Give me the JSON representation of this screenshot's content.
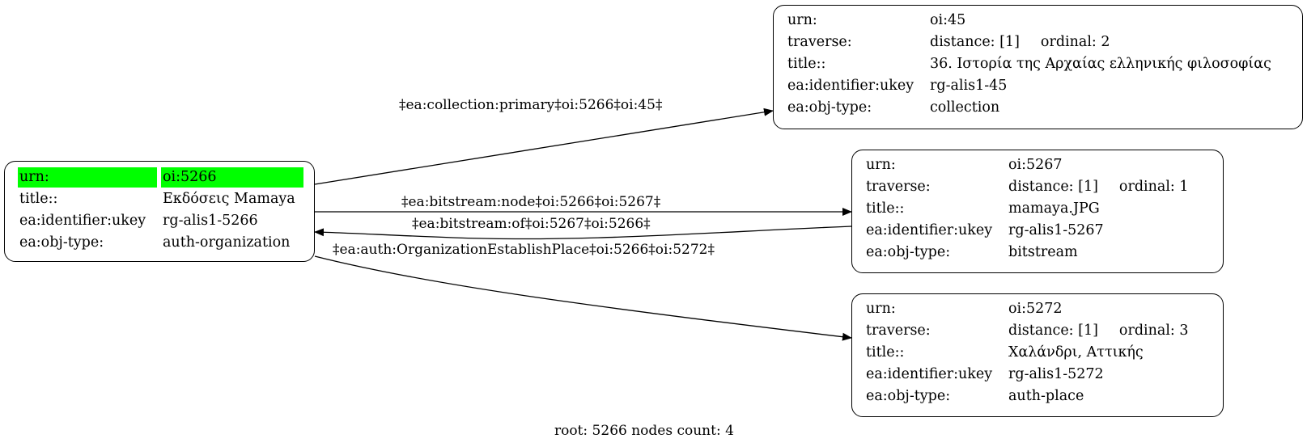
{
  "nodes": {
    "root": {
      "rows": [
        {
          "k": "urn:",
          "v": "oi:5266"
        },
        {
          "k": "title::",
          "v": "Εκδόσεις Mamaya"
        },
        {
          "k": "ea:identifier:ukey",
          "v": "rg-alis1-5266"
        },
        {
          "k": "ea:obj-type:",
          "v": "auth-organization"
        }
      ]
    },
    "n45": {
      "urn_k": "urn:",
      "urn_v": "oi:45",
      "traverse_k": "traverse:",
      "distance": "distance: [1]",
      "ordinal": "ordinal: 2",
      "title_k": "title::",
      "title_v": "36. Ιστορία της Αρχαίας ελληνικής φιλοσοφίας",
      "ukey_k": "ea:identifier:ukey",
      "ukey_v": "rg-alis1-45",
      "type_k": "ea:obj-type:",
      "type_v": "collection"
    },
    "n5267": {
      "urn_k": "urn:",
      "urn_v": "oi:5267",
      "traverse_k": "traverse:",
      "distance": "distance: [1]",
      "ordinal": "ordinal: 1",
      "title_k": "title::",
      "title_v": "mamaya.JPG",
      "ukey_k": "ea:identifier:ukey",
      "ukey_v": "rg-alis1-5267",
      "type_k": "ea:obj-type:",
      "type_v": "bitstream"
    },
    "n5272": {
      "urn_k": "urn:",
      "urn_v": "oi:5272",
      "traverse_k": "traverse:",
      "distance": "distance: [1]",
      "ordinal": "ordinal: 3",
      "title_k": "title::",
      "title_v": "Χαλάνδρι, Αττικής",
      "ukey_k": "ea:identifier:ukey",
      "ukey_v": "rg-alis1-5272",
      "type_k": "ea:obj-type:",
      "type_v": "auth-place"
    }
  },
  "edges": {
    "collection": "‡ea:collection:primary‡oi:5266‡oi:45‡",
    "bitstream_node": "‡ea:bitstream:node‡oi:5266‡oi:5267‡",
    "bitstream_of": "‡ea:bitstream:of‡oi:5267‡oi:5266‡",
    "establish_place": "‡ea:auth:OrganizationEstablishPlace‡oi:5266‡oi:5272‡"
  },
  "footer": "root: 5266 nodes count: 4",
  "colors": {
    "highlight": "#00ff00",
    "line": "#000000"
  }
}
